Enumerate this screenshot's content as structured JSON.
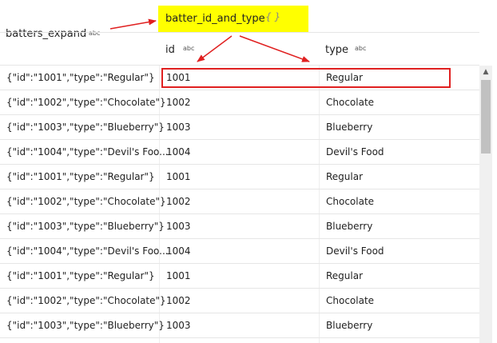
{
  "header": {
    "col0": {
      "label": "batters_expand",
      "type": "abc"
    },
    "expand": {
      "label": "batter_id_and_type",
      "icon": "{ }"
    },
    "col1": {
      "label": "id",
      "type": "abc"
    },
    "col2": {
      "label": "type",
      "type": "abc"
    }
  },
  "rows": [
    {
      "batters_expand": "{\"id\":\"1001\",\"type\":\"Regular\"}",
      "id": "1001",
      "type": "Regular"
    },
    {
      "batters_expand": "{\"id\":\"1002\",\"type\":\"Chocolate\"}",
      "id": "1002",
      "type": "Chocolate"
    },
    {
      "batters_expand": "{\"id\":\"1003\",\"type\":\"Blueberry\"}",
      "id": "1003",
      "type": "Blueberry"
    },
    {
      "batters_expand": "{\"id\":\"1004\",\"type\":\"Devil's Foo...",
      "id": "1004",
      "type": "Devil's Food"
    },
    {
      "batters_expand": "{\"id\":\"1001\",\"type\":\"Regular\"}",
      "id": "1001",
      "type": "Regular"
    },
    {
      "batters_expand": "{\"id\":\"1002\",\"type\":\"Chocolate\"}",
      "id": "1002",
      "type": "Chocolate"
    },
    {
      "batters_expand": "{\"id\":\"1003\",\"type\":\"Blueberry\"}",
      "id": "1003",
      "type": "Blueberry"
    },
    {
      "batters_expand": "{\"id\":\"1004\",\"type\":\"Devil's Foo...",
      "id": "1004",
      "type": "Devil's Food"
    },
    {
      "batters_expand": "{\"id\":\"1001\",\"type\":\"Regular\"}",
      "id": "1001",
      "type": "Regular"
    },
    {
      "batters_expand": "{\"id\":\"1002\",\"type\":\"Chocolate\"}",
      "id": "1002",
      "type": "Chocolate"
    },
    {
      "batters_expand": "{\"id\":\"1003\",\"type\":\"Blueberry\"}",
      "id": "1003",
      "type": "Blueberry"
    }
  ],
  "scrollbar": {
    "up_icon": "▲"
  },
  "colors": {
    "expand_highlight": "#ffff00",
    "annotation": "#e02020"
  }
}
